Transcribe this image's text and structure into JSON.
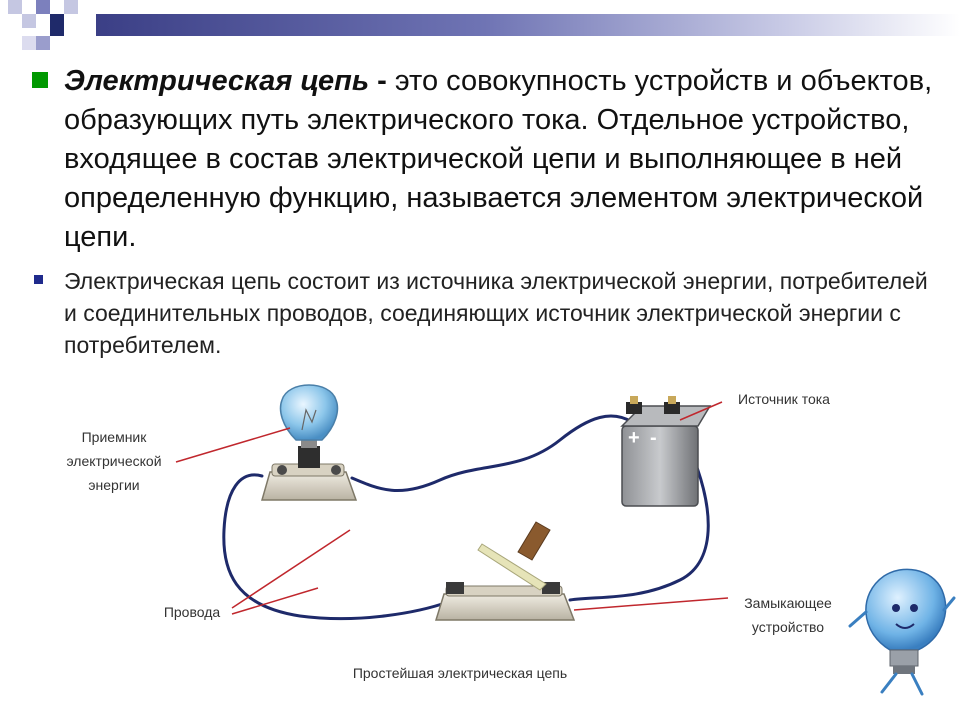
{
  "slide": {
    "definition": {
      "term": "Электрическая цепь",
      "dash": "-",
      "text": "это совокупность устройств и объектов, образующих путь электрического тока. Отдельное устройство, входящее в состав электрической цепи и выполняющее в ней определенную функцию, называется элементом электрической цепи."
    },
    "composition_text": "Электрическая цепь состоит из источника электрической энергии, потребителей и соединительных проводов, соединяющих источник электрической энергии с потребителем."
  },
  "diagram": {
    "labels": {
      "receiver": [
        "Приемник",
        "электрической",
        "энергии"
      ],
      "source": "Источник тока",
      "wires": "Провода",
      "switch": [
        "Замыкающее",
        "устройство"
      ],
      "caption": "Простейшая электрическая цепь"
    },
    "battery_terminals": [
      "+",
      "-"
    ]
  },
  "colors": {
    "accent_green": "#009900",
    "bullet_blue": "#1f2a8c",
    "leader_red": "#c0272d",
    "wire": "#1e2a6a"
  }
}
